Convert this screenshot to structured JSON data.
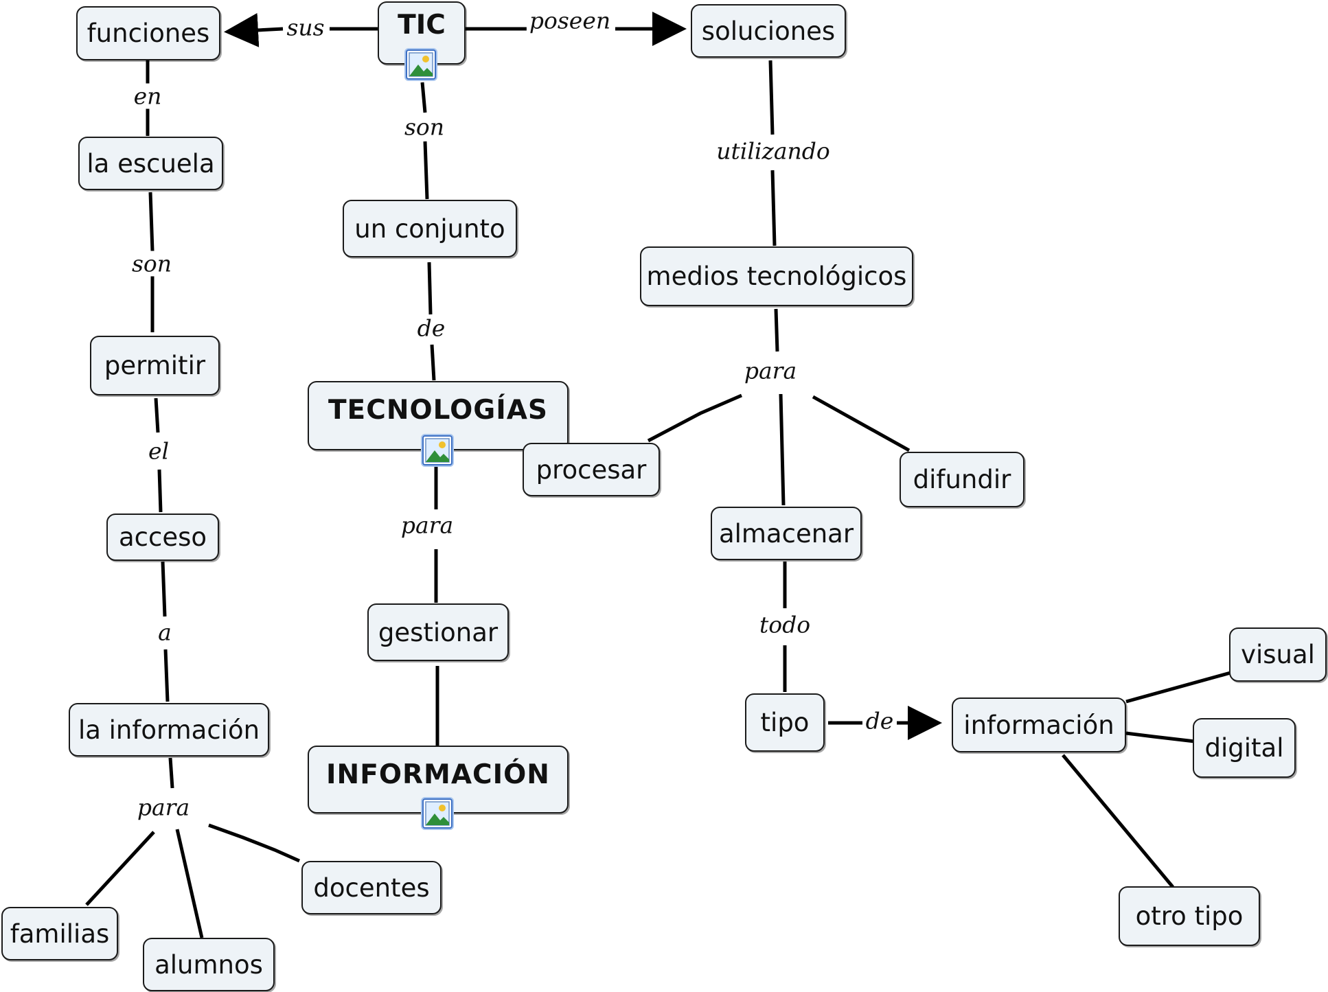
{
  "nodes": {
    "tic": "TIC",
    "funciones": "funciones",
    "soluciones": "soluciones",
    "la_escuela": "la escuela",
    "un_conjunto": "un conjunto",
    "medios": "medios tecnológicos",
    "permitir": "permitir",
    "tecnologias": "TECNOLOGÍAS",
    "procesar": "procesar",
    "difundir": "difundir",
    "acceso": "acceso",
    "almacenar": "almacenar",
    "gestionar": "gestionar",
    "tipo": "tipo",
    "informacion_node": "información",
    "visual": "visual",
    "digital": "digital",
    "la_informacion": "la información",
    "informacion_caps": "INFORMACIÓN",
    "docentes": "docentes",
    "familias": "familias",
    "alumnos": "alumnos",
    "otro_tipo": "otro tipo"
  },
  "links": {
    "sus": "sus",
    "poseen": "poseen",
    "en": "en",
    "son_tic": "son",
    "utilizando": "utilizando",
    "son_escuela": "son",
    "de_conjunto": "de",
    "para_medios": "para",
    "el": "el",
    "para_tec": "para",
    "a": "a",
    "todo": "todo",
    "de_tipo": "de",
    "para_info": "para"
  },
  "icons": [
    "image-icon",
    "image-icon",
    "image-icon"
  ]
}
